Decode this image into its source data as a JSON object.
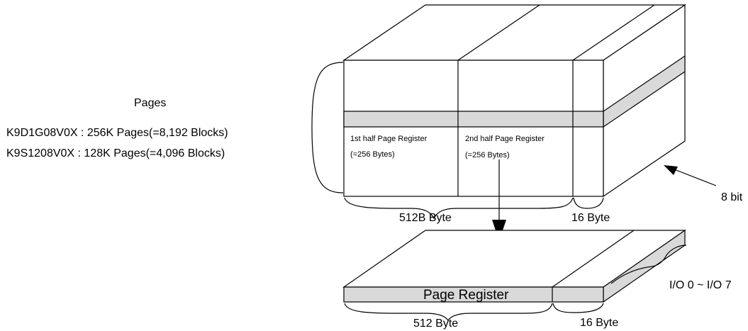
{
  "left_text": {
    "heading": "Pages",
    "line1": "K9D1G08V0X : 256K Pages(=8,192 Blocks)",
    "line2": "K9S1208V0X  : 128K Pages(=4,096 Blocks)"
  },
  "top_block": {
    "first_half_label": "1st half Page Register",
    "first_half_size": "(=256 Bytes)",
    "second_half_label": "2nd half Page Register",
    "second_half_size": "(=256 Bytes)",
    "width_label": "512B Byte",
    "spare_label": "16 Byte",
    "bit_label": "8 bit"
  },
  "page_register": {
    "title": "Page Register",
    "width_label": "512 Byte",
    "spare_label": "16 Byte",
    "io_label": "I/O 0 ~ I/O 7"
  },
  "colors": {
    "band": "#d9d9d9",
    "line": "#000000"
  }
}
